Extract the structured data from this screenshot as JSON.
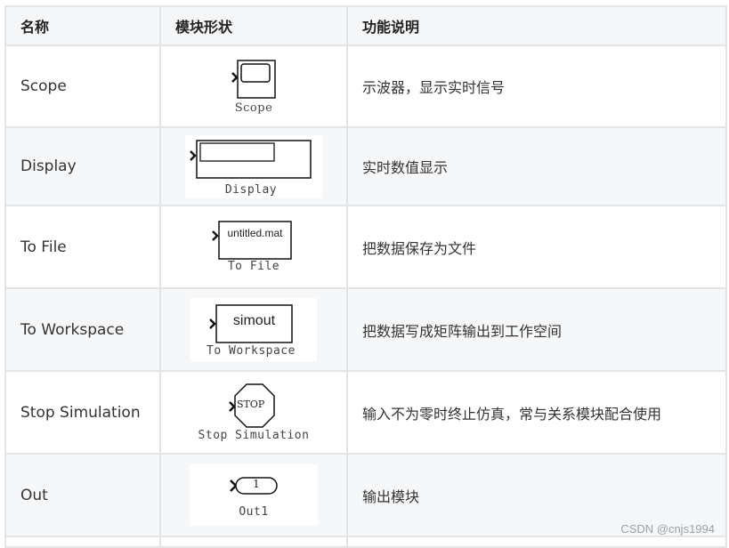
{
  "table": {
    "headers": [
      "名称",
      "模块形状",
      "功能说明"
    ],
    "rows": [
      {
        "name": "Scope",
        "block_label": "Scope",
        "block_icon": "scope-block-icon",
        "description": "示波器，显示实时信号"
      },
      {
        "name": "Display",
        "block_label": "Display",
        "block_icon": "display-block-icon",
        "description": "实时数值显示"
      },
      {
        "name": "To File",
        "block_label": "To File",
        "block_inner": "untitled.mat",
        "block_icon": "to-file-block-icon",
        "description": "把数据保存为文件"
      },
      {
        "name": "To Workspace",
        "block_label": "To Workspace",
        "block_inner": "simout",
        "block_icon": "to-workspace-block-icon",
        "description": "把数据写成矩阵输出到工作空间"
      },
      {
        "name": "Stop Simulation",
        "block_label": "Stop Simulation",
        "block_inner": "STOP",
        "block_icon": "stop-simulation-block-icon",
        "description": "输入不为零时终止仿真，常与关系模块配合使用"
      },
      {
        "name": "Out",
        "block_label": "Out1",
        "block_inner": "1",
        "block_icon": "outport-block-icon",
        "description": "输出模块"
      }
    ]
  },
  "colors": {
    "border": "#e2e4e6",
    "header_bg": "#f5f6f7",
    "alt_row_bg": "#f6f7f8",
    "text": "#333333"
  },
  "watermark": "CSDN @cnjs1994"
}
